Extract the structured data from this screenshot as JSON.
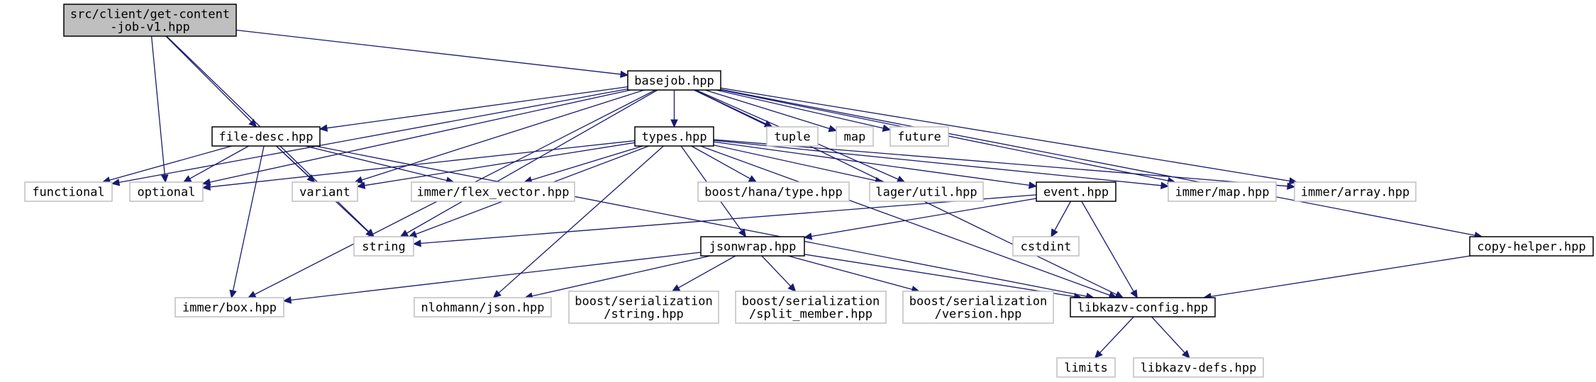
{
  "colors": {
    "edge": "#191970",
    "node_border": "#000000",
    "external_border": "#bfbfbf",
    "root_fill": "#bfbfbf",
    "node_fill": "#ffffff",
    "text": "#000000"
  },
  "nodes": {
    "root": {
      "lines": [
        "src/client/get-content",
        "-job-v1.hpp"
      ],
      "kind": "root"
    },
    "basejob": {
      "lines": [
        "basejob.hpp"
      ],
      "kind": "internal"
    },
    "filedesc": {
      "lines": [
        "file-desc.hpp"
      ],
      "kind": "internal"
    },
    "types": {
      "lines": [
        "types.hpp"
      ],
      "kind": "internal"
    },
    "event": {
      "lines": [
        "event.hpp"
      ],
      "kind": "internal"
    },
    "jsonwrap": {
      "lines": [
        "jsonwrap.hpp"
      ],
      "kind": "internal"
    },
    "copyhelper": {
      "lines": [
        "copy-helper.hpp"
      ],
      "kind": "internal"
    },
    "libkazvconfig": {
      "lines": [
        "libkazv-config.hpp"
      ],
      "kind": "internal"
    },
    "functional": {
      "lines": [
        "functional"
      ],
      "kind": "external"
    },
    "optional": {
      "lines": [
        "optional"
      ],
      "kind": "external"
    },
    "variant": {
      "lines": [
        "variant"
      ],
      "kind": "external"
    },
    "flexvector": {
      "lines": [
        "immer/flex_vector.hpp"
      ],
      "kind": "external"
    },
    "hanatype": {
      "lines": [
        "boost/hana/type.hpp"
      ],
      "kind": "external"
    },
    "lagerutil": {
      "lines": [
        "lager/util.hpp"
      ],
      "kind": "external"
    },
    "immermap": {
      "lines": [
        "immer/map.hpp"
      ],
      "kind": "external"
    },
    "immerarray": {
      "lines": [
        "immer/array.hpp"
      ],
      "kind": "external"
    },
    "tuple": {
      "lines": [
        "tuple"
      ],
      "kind": "external"
    },
    "map": {
      "lines": [
        "map"
      ],
      "kind": "external"
    },
    "future": {
      "lines": [
        "future"
      ],
      "kind": "external"
    },
    "string": {
      "lines": [
        "string"
      ],
      "kind": "external"
    },
    "cstdint": {
      "lines": [
        "cstdint"
      ],
      "kind": "external"
    },
    "immerbox": {
      "lines": [
        "immer/box.hpp"
      ],
      "kind": "external"
    },
    "nlohmann": {
      "lines": [
        "nlohmann/json.hpp"
      ],
      "kind": "external"
    },
    "serstring": {
      "lines": [
        "boost/serialization",
        "/string.hpp"
      ],
      "kind": "external"
    },
    "sersplit": {
      "lines": [
        "boost/serialization",
        "/split_member.hpp"
      ],
      "kind": "external"
    },
    "serversion": {
      "lines": [
        "boost/serialization",
        "/version.hpp"
      ],
      "kind": "external"
    },
    "limits": {
      "lines": [
        "limits"
      ],
      "kind": "external"
    },
    "libkazvdefs": {
      "lines": [
        "libkazv-defs.hpp"
      ],
      "kind": "external"
    }
  },
  "edges": [
    [
      "root",
      "basejob"
    ],
    [
      "root",
      "filedesc"
    ],
    [
      "root",
      "optional"
    ],
    [
      "root",
      "string"
    ],
    [
      "basejob",
      "types"
    ],
    [
      "basejob",
      "filedesc"
    ],
    [
      "basejob",
      "tuple"
    ],
    [
      "basejob",
      "map"
    ],
    [
      "basejob",
      "future"
    ],
    [
      "basejob",
      "functional"
    ],
    [
      "basejob",
      "optional"
    ],
    [
      "basejob",
      "variant"
    ],
    [
      "basejob",
      "string"
    ],
    [
      "basejob",
      "immerbox"
    ],
    [
      "basejob",
      "immermap"
    ],
    [
      "basejob",
      "immerarray"
    ],
    [
      "basejob",
      "lagerutil"
    ],
    [
      "basejob",
      "libkazvconfig"
    ],
    [
      "basejob",
      "copyhelper"
    ],
    [
      "filedesc",
      "functional"
    ],
    [
      "filedesc",
      "optional"
    ],
    [
      "filedesc",
      "variant"
    ],
    [
      "filedesc",
      "string"
    ],
    [
      "filedesc",
      "flexvector"
    ],
    [
      "filedesc",
      "immerbox"
    ],
    [
      "filedesc",
      "libkazvconfig"
    ],
    [
      "types",
      "optional"
    ],
    [
      "types",
      "variant"
    ],
    [
      "types",
      "flexvector"
    ],
    [
      "types",
      "hanatype"
    ],
    [
      "types",
      "lagerutil"
    ],
    [
      "types",
      "event"
    ],
    [
      "types",
      "immermap"
    ],
    [
      "types",
      "immerarray"
    ],
    [
      "types",
      "string"
    ],
    [
      "types",
      "nlohmann"
    ],
    [
      "types",
      "jsonwrap"
    ],
    [
      "types",
      "libkazvconfig"
    ],
    [
      "event",
      "string"
    ],
    [
      "event",
      "cstdint"
    ],
    [
      "event",
      "jsonwrap"
    ],
    [
      "event",
      "libkazvconfig"
    ],
    [
      "jsonwrap",
      "immerbox"
    ],
    [
      "jsonwrap",
      "nlohmann"
    ],
    [
      "jsonwrap",
      "serstring"
    ],
    [
      "jsonwrap",
      "sersplit"
    ],
    [
      "jsonwrap",
      "serversion"
    ],
    [
      "jsonwrap",
      "libkazvconfig"
    ],
    [
      "copyhelper",
      "libkazvconfig"
    ],
    [
      "libkazvconfig",
      "limits"
    ],
    [
      "libkazvconfig",
      "libkazvdefs"
    ]
  ]
}
